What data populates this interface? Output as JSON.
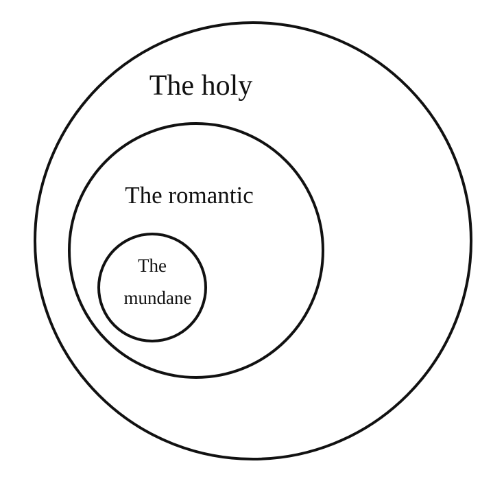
{
  "diagram": {
    "type": "nested-circles",
    "stroke_color": "#111111",
    "background_color": "#ffffff",
    "circles": [
      {
        "label": "The holy",
        "lines": [
          "The holy"
        ]
      },
      {
        "label": "The romantic",
        "lines": [
          "The romantic"
        ]
      },
      {
        "label": "The mundane",
        "lines": [
          "The",
          "mundane"
        ]
      }
    ]
  }
}
